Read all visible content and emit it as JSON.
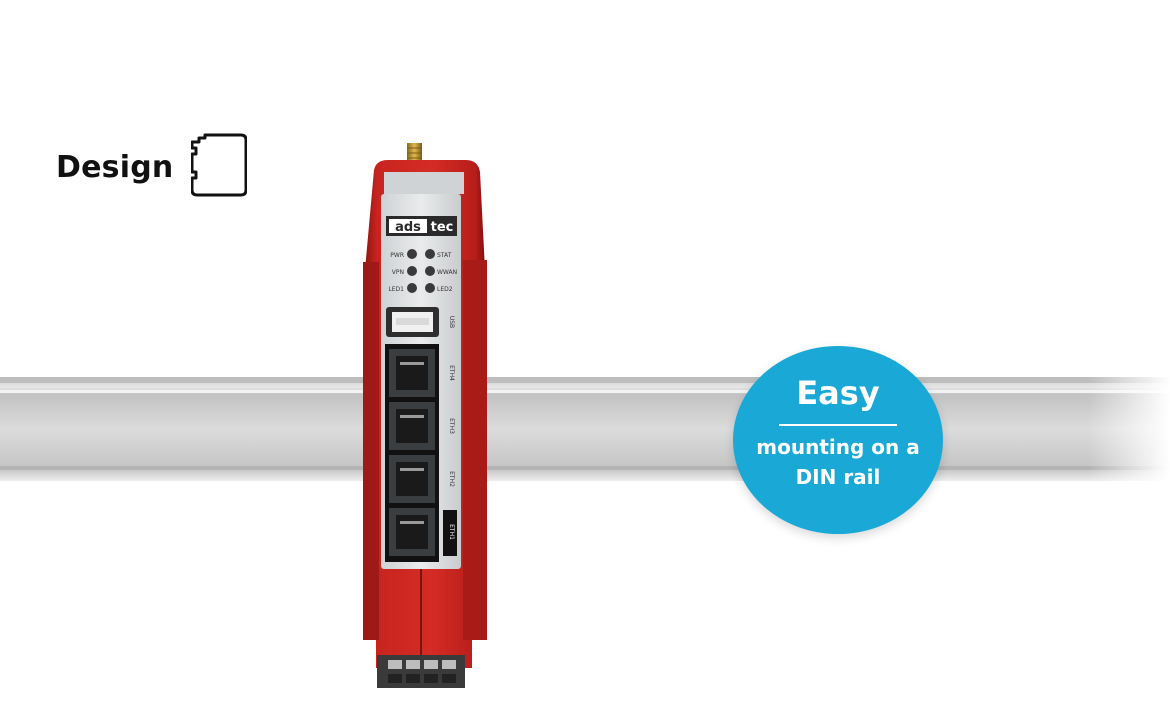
{
  "heading": {
    "label": "Design",
    "icon": "design-shape-icon"
  },
  "device": {
    "brand_left": "ads",
    "brand_right": "tec",
    "leds": [
      "PWR",
      "STAT",
      "VPN",
      "WWAN",
      "LED1",
      "LED2"
    ],
    "usb_label": "USB",
    "ports": [
      "ETH4",
      "ETH3",
      "ETH2",
      "ETH1"
    ]
  },
  "badge": {
    "title": "Easy",
    "line1": "mounting on a",
    "line2": "DIN rail"
  },
  "colors": {
    "accent": "#1aa9d6",
    "device_red": "#c8241f",
    "rail": "#c9c9c9"
  }
}
